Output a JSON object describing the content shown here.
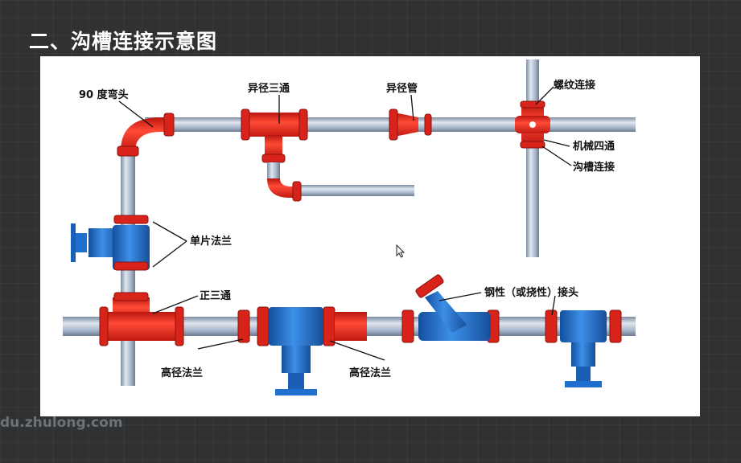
{
  "slide": {
    "title": "二、沟槽连接示意图",
    "watermark": "du.zhulong.com"
  },
  "labels": {
    "elbow_90": "90 度弯头",
    "reducing_tee": "异径三通",
    "reducer": "异径管",
    "threaded_connection": "螺纹连接",
    "mechanical_cross": "机械四通",
    "groove_connection": "沟槽连接",
    "single_flange": "单片法兰",
    "equal_tee": "正三通",
    "rigid_flexible_joint": "钢性（或挠性）接头",
    "high_neck_flange_left": "高径法兰",
    "high_neck_flange_right": "高径法兰"
  },
  "colors": {
    "pipe": "#a9b8cc",
    "fitting_red": "#e8271f",
    "valve_blue": "#1f6fd0",
    "background": "#2f3133"
  }
}
